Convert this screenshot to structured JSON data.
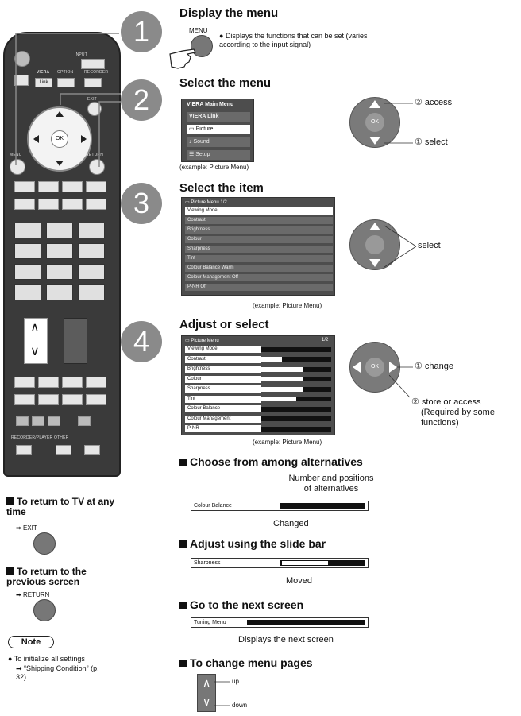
{
  "steps": [
    {
      "num": "1",
      "title": "Display the menu",
      "button_label": "MENU",
      "desc": "Displays the functions that can be set (varies according to the input signal)"
    },
    {
      "num": "2",
      "title": "Select the menu",
      "example": "(example: Picture Menu)",
      "nav_access": "② access",
      "nav_select": "① select"
    },
    {
      "num": "3",
      "title": "Select the item",
      "example": "(example: Picture Menu)",
      "nav_select": "select"
    },
    {
      "num": "4",
      "title": "Adjust or select",
      "example": "(example: Picture Menu)",
      "nav_change": "① change",
      "nav_store": "② store or access",
      "nav_store_note": "(Required by some functions)"
    }
  ],
  "main_menu": {
    "title": "VIERA Main Menu",
    "items": [
      "VIERA Link",
      "Picture",
      "Sound",
      "Setup"
    ]
  },
  "picture_menu_select": {
    "title": "Picture Menu 1/2",
    "items": [
      "Viewing Mode",
      "Contrast",
      "Brightness",
      "Colour",
      "Sharpness",
      "Tint",
      "Colour Balance Warm",
      "Colour Management Off",
      "P-NR Off"
    ]
  },
  "picture_menu_adjust": {
    "title": "Picture Menu",
    "page": "1/2",
    "items": [
      "Viewing Mode",
      "Contrast",
      "Brightness",
      "Colour",
      "Sharpness",
      "Tint",
      "Colour Balance",
      "Colour Management",
      "P-NR"
    ],
    "levels": [
      1.0,
      0.3,
      0.6,
      0.6,
      0.6,
      0.5,
      1.0,
      1.0,
      1.0
    ]
  },
  "remote": {
    "input_label": "INPUT",
    "viera_label": "VIERA",
    "option_label": "OPTION",
    "recorder_label": "RECORDER",
    "link_label": "Link",
    "exit_label": "EXIT",
    "ok_label": "OK",
    "menu_label": "MENU",
    "return_label": "RETURN",
    "up_glyph": "∧",
    "down_glyph": "∨",
    "bottom_label": "RECORDER/PLAYER OTHER"
  },
  "sections": {
    "alternatives": {
      "heading": "Choose from among alternatives",
      "note": "Number and positions of alternatives",
      "bar_label": "Colour Balance",
      "caption": "Changed"
    },
    "slide": {
      "heading": "Adjust using the slide bar",
      "bar_label": "Sharpness",
      "caption": "Moved"
    },
    "next_screen": {
      "heading": "Go to the next screen",
      "bar_label": "Tuning Menu",
      "caption": "Displays the next screen"
    },
    "pages": {
      "heading": "To change menu pages",
      "up_label": "up",
      "down_label": "down",
      "up_glyph": "∧",
      "down_glyph": "∨"
    }
  },
  "left_notes": {
    "return_tv": {
      "heading": "To return to TV at any time",
      "button": "EXIT"
    },
    "return_prev": {
      "heading": "To return to the previous screen",
      "button": "RETURN"
    },
    "note_title": "Note",
    "note_text": "To initialize all settings",
    "note_ref": "“Shipping Condition” (p. 32)"
  }
}
